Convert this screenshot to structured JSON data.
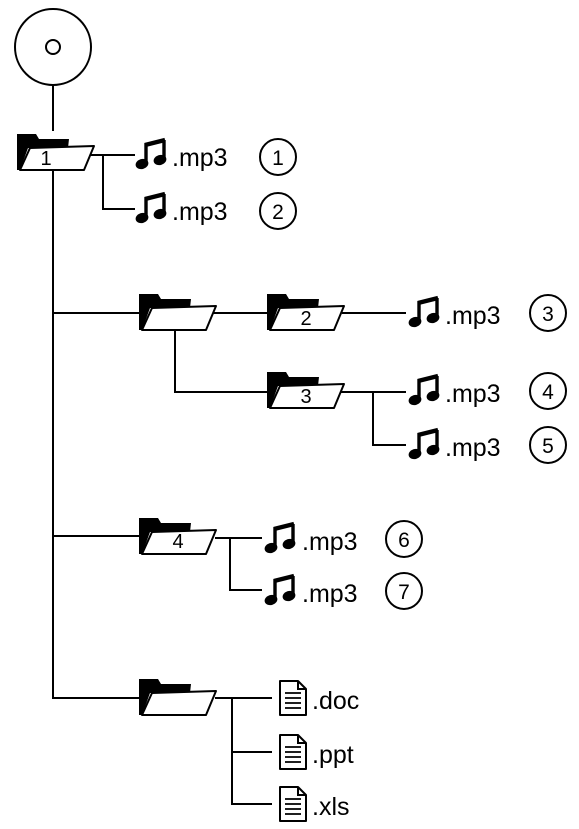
{
  "disc": {
    "icon": "cd-disc-icon"
  },
  "folders": [
    {
      "id": "folder-1",
      "label": "1"
    },
    {
      "id": "folder-unlabeled-a",
      "label": ""
    },
    {
      "id": "folder-2",
      "label": "2"
    },
    {
      "id": "folder-3",
      "label": "3"
    },
    {
      "id": "folder-4",
      "label": "4"
    },
    {
      "id": "folder-unlabeled-b",
      "label": ""
    }
  ],
  "tracks": [
    {
      "ext": ".mp3",
      "number": "1",
      "icon": "music-note-icon"
    },
    {
      "ext": ".mp3",
      "number": "2",
      "icon": "music-note-icon"
    },
    {
      "ext": ".mp3",
      "number": "3",
      "icon": "music-note-icon"
    },
    {
      "ext": ".mp3",
      "number": "4",
      "icon": "music-note-icon"
    },
    {
      "ext": ".mp3",
      "number": "5",
      "icon": "music-note-icon"
    },
    {
      "ext": ".mp3",
      "number": "6",
      "icon": "music-note-icon"
    },
    {
      "ext": ".mp3",
      "number": "7",
      "icon": "music-note-icon"
    }
  ],
  "documents": [
    {
      "ext": ".doc",
      "icon": "document-icon"
    },
    {
      "ext": ".ppt",
      "icon": "document-icon"
    },
    {
      "ext": ".xls",
      "icon": "document-icon"
    }
  ]
}
